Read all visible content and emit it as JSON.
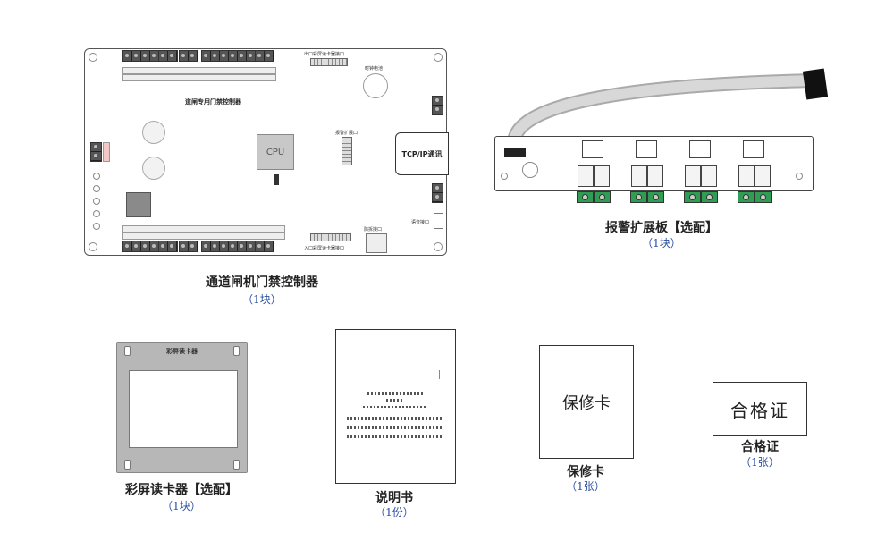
{
  "controller": {
    "board_title": "道闸专用门禁控制器",
    "cpu_label": "CPU",
    "exit_reader_port": "出口彩屏读卡器接口",
    "entry_reader_port": "入口彩屏读卡器接口",
    "clock_battery": "时钟电池",
    "alarm_expansion_port": "报警扩展口",
    "tcp_label": "TCP/IP通讯",
    "fire_port": "防拆接口",
    "voice_port": "语音接口",
    "caption": "通道闸机门禁控制器",
    "qty": "（1块）"
  },
  "alarm_board": {
    "caption": "报警扩展板【选配】",
    "qty": "（1块）"
  },
  "card_reader": {
    "label": "彩屏读卡器",
    "caption": "彩屏读卡器【选配】",
    "qty": "（1块）"
  },
  "manual": {
    "caption": "说明书",
    "qty": "（1份）"
  },
  "warranty": {
    "card_text": "保修卡",
    "caption": "保修卡",
    "qty": "（1张）"
  },
  "certificate": {
    "card_text": "合格证",
    "caption": "合格证",
    "qty": "（1张）"
  }
}
